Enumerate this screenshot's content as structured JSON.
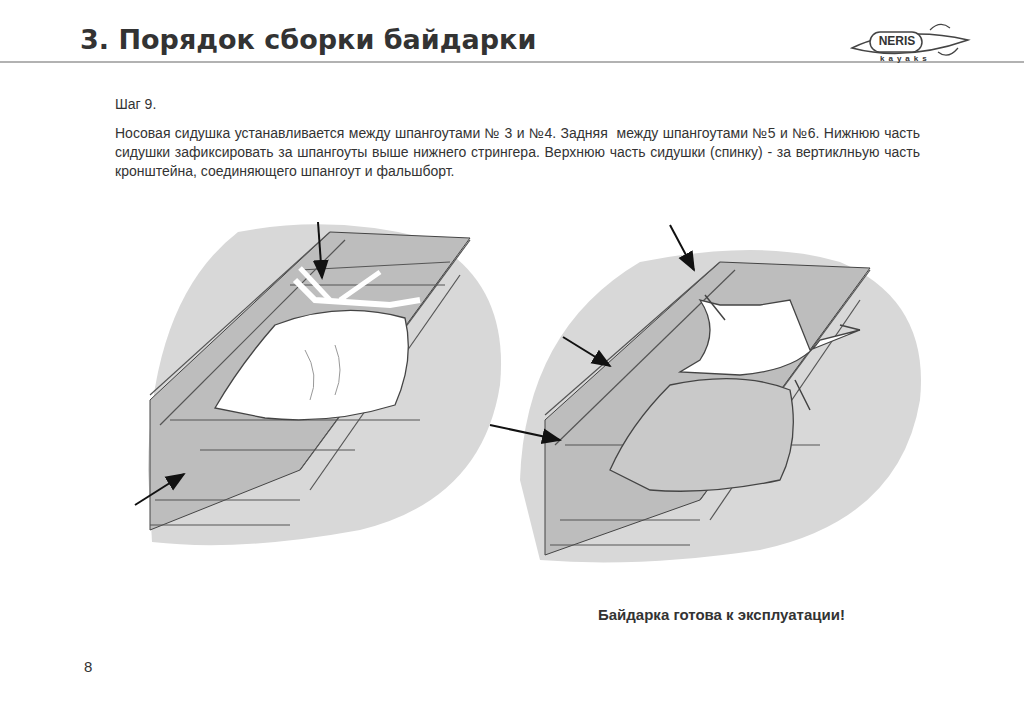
{
  "diagram": {
    "title": "3. Порядок сборки байдарки",
    "labels": [
      "NERIS",
      "kayaks",
      "Шаг 9.",
      "Носовая сидушка устанавливается между шпангоутами № 3 и №4. Задняя  между шпангоутами №5 и №6. Нижнюю часть сидушки зафиксировать за шпангоуты выше нижнего стрингера. Верхнюю часть сидушки (спинку) - за вертиклньую часть кронштейна, соединяющего шпангоут и фальшборт.",
      "Байдарка готова к эксплуатации!",
      "8"
    ]
  }
}
